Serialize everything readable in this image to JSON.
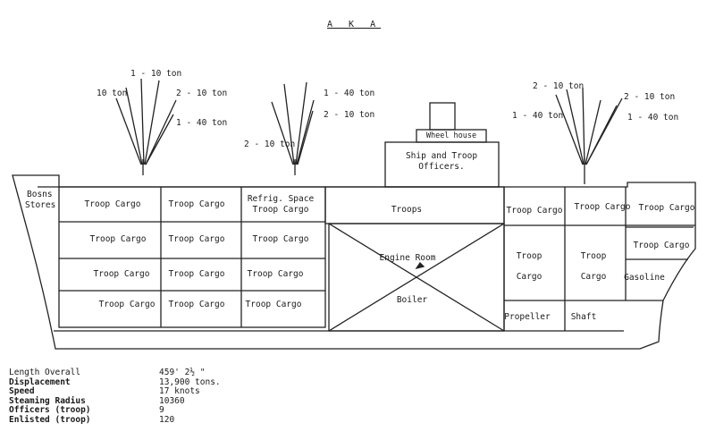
{
  "title": "A K A",
  "booms": {
    "fwd": [
      "1 - 10 ton",
      "10 ton",
      "2 - 10 ton",
      "1 - 40 ton"
    ],
    "mid": [
      "1 - 40 ton",
      "2 - 10 ton",
      "2 - 10 ton"
    ],
    "aft1": [
      "2 - 10 ton",
      "1 - 40 ton"
    ],
    "aft2": [
      "2 - 10 ton",
      "1 - 40 ton"
    ]
  },
  "superstructure": {
    "wheelhouse": "Wheel house",
    "officers_line1": "Ship and Troop",
    "officers_line2": "Officers."
  },
  "compartments": {
    "boatswain_line1": "Bosns",
    "boatswain_line2": "Stores",
    "troop_cargo": "Troop Cargo",
    "refrig_line1": "Refrig. Space",
    "refrig_line2": "Troop Cargo",
    "troops": "Troops",
    "engine_room": "Engine Room",
    "boiler": "Boiler",
    "troop": "Troop",
    "cargo": "Cargo",
    "gasoline": "Gasoline",
    "propeller": "Propeller",
    "shaft": "Shaft"
  },
  "specs": [
    {
      "label": "Length Overall",
      "value": "459' 2½ \"",
      "bold": false
    },
    {
      "label": "Displacement",
      "value": "13,900 tons.",
      "bold": true
    },
    {
      "label": "Speed",
      "value": "17 knots",
      "bold": true
    },
    {
      "label": "Steaming Radius",
      "value": "10360",
      "bold": true
    },
    {
      "label": "Officers (troop)",
      "value": "9",
      "bold": true
    },
    {
      "label": "Enlisted (troop)",
      "value": "120",
      "bold": true
    }
  ]
}
